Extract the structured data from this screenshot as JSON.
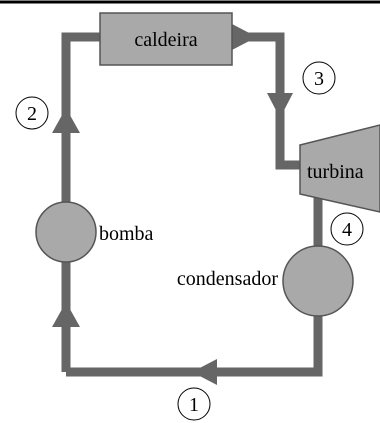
{
  "components": {
    "boiler": "caldeira",
    "turbine": "turbina",
    "pump": "bomba",
    "condenser": "condensador"
  },
  "states": [
    "1",
    "2",
    "3",
    "4"
  ],
  "colors": {
    "pipe": "#666666",
    "component_fill": "#a9a9a9",
    "component_stroke": "#555555",
    "text": "#000000",
    "background": "#ffffff"
  }
}
